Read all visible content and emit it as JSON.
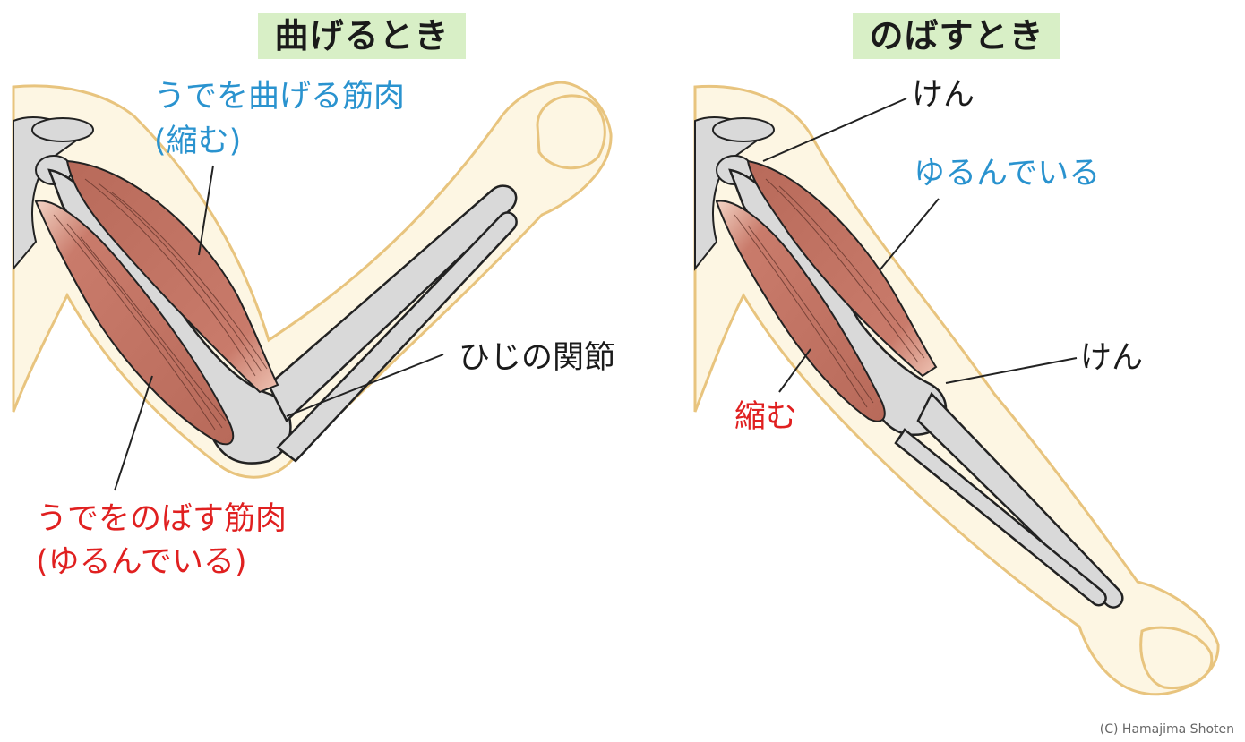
{
  "left_panel": {
    "title": "曲げるとき",
    "flexor_label_line1": "うでを曲げる筋肉",
    "flexor_label_line2": "(縮む)",
    "extensor_label_line1": "うでをのばす筋肉",
    "extensor_label_line2": "(ゆるんでいる)",
    "joint_label": "ひじの関節"
  },
  "right_panel": {
    "title": "のばすとき",
    "tendon_top_label": "けん",
    "relaxed_label": "ゆるんでいる",
    "tendon_bottom_label": "けん",
    "contract_label": "縮む"
  },
  "colors": {
    "skin": "#fdf6e3",
    "skin_outline": "#e8c47e",
    "muscle": "#c9786a",
    "bone": "#d9d9d9",
    "flex_label": "#2a93cf",
    "extend_label": "#e02020",
    "title_bg": "#d8efc6"
  },
  "copyright": "(C) Hamajima Shoten"
}
